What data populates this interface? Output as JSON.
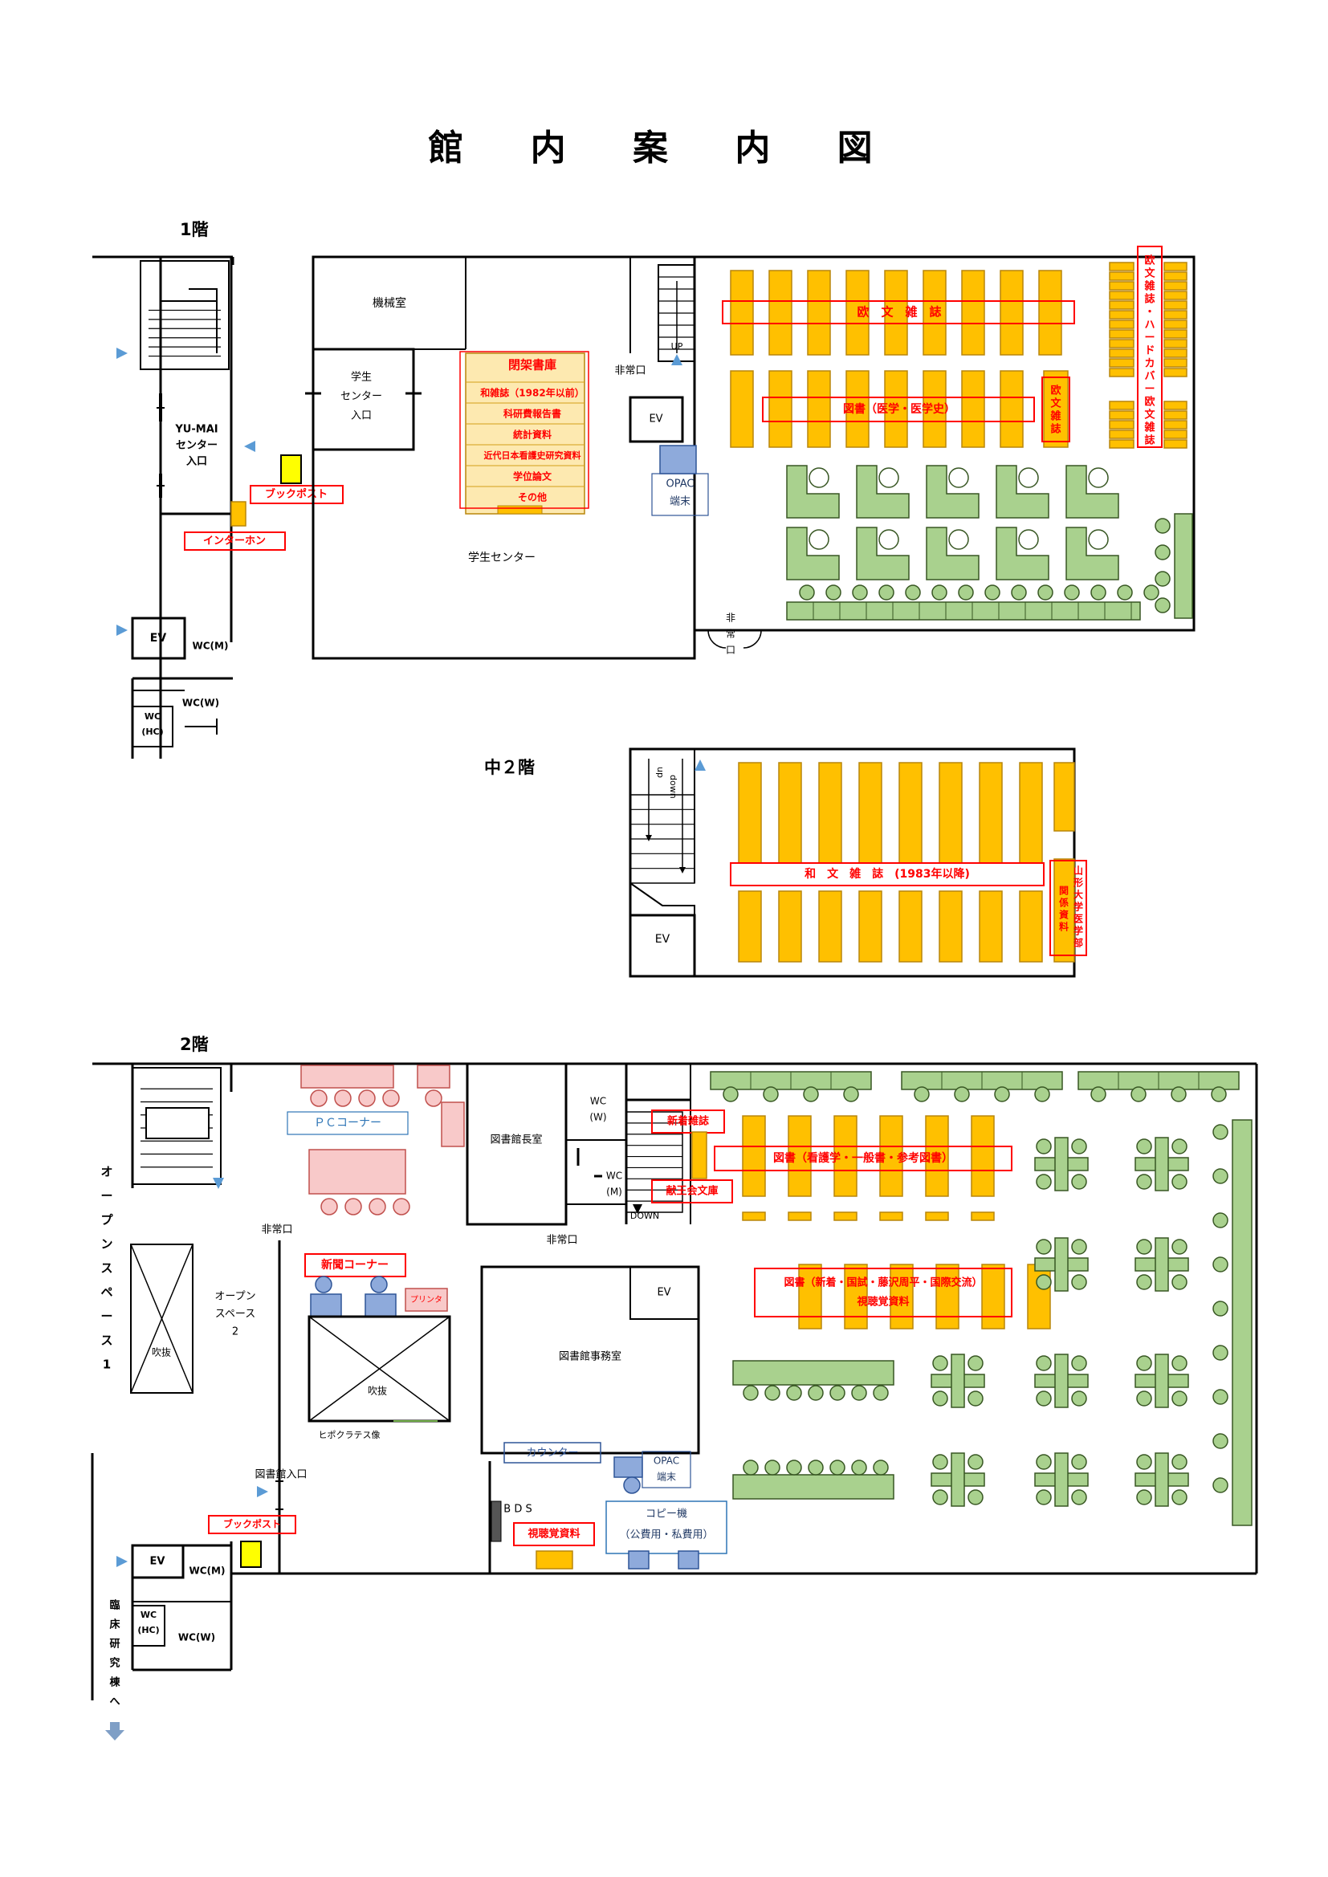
{
  "title": "館 内 案 内 図",
  "floors": {
    "f1": "1階",
    "f1m": "中２階",
    "f2": "2階"
  },
  "floor1": {
    "machine_room": "機械室",
    "student_center": "学生センター",
    "student_center_entrance": [
      "学生",
      "センター",
      "入口"
    ],
    "yumai_entrance": [
      "YU-MAI",
      "センター",
      "入口"
    ],
    "book_post": "ブックポスト",
    "intercom": "インターホン",
    "ev": "EV",
    "wc_m": "WC(M)",
    "wc_w": "WC(W)",
    "wc_hc": [
      "WC",
      "(HC)"
    ],
    "emergency_exit": "非常口",
    "emergency_exit_vertical": [
      "非",
      "常",
      "口"
    ],
    "up": "UP",
    "opac": [
      "OPAC",
      "端末"
    ],
    "closed_stacks": {
      "title": "閉架書庫",
      "items": [
        "和雑誌（1982年以前）",
        "科研費報告書",
        "統計資料",
        "近代日本看護史研究資料",
        "学位論文",
        "その他"
      ]
    },
    "western_journals": "欧　文　雑　誌",
    "books_medicine": "図書（医学・医学史）",
    "western_journals_short": [
      "欧",
      "文",
      "雑",
      "誌"
    ],
    "western_hardcover": [
      "欧",
      "文",
      "雑",
      "誌",
      "・",
      "ハ",
      "ー",
      "ド",
      "カ",
      "バ",
      "ー",
      "欧",
      "文",
      "雑",
      "誌"
    ]
  },
  "floor_mezz": {
    "japanese_journals": "和　文　雑　誌　(1983年以降)",
    "yamagata": [
      "山",
      "形",
      "大",
      "学",
      "医",
      "学",
      "部"
    ],
    "related": [
      "関",
      "係",
      "資",
      "料"
    ],
    "ev": "EV",
    "up": "up",
    "down": "down"
  },
  "floor2": {
    "open_space_1": [
      "オ",
      "ー",
      "プ",
      "ン",
      "ス",
      "ペ",
      "ー",
      "ス",
      "1"
    ],
    "open_space_2": [
      "オープン",
      "スペース",
      "2"
    ],
    "atrium": "吹抜",
    "pc_corner": "ＰＣコーナー",
    "newspaper_corner": "新聞コーナー",
    "printer": "プリンタ",
    "hippocrates": "ヒポクラテス像",
    "director_room": "図書館長室",
    "office": "図書館事務室",
    "counter": "カウンター",
    "opac": [
      "OPAC",
      "端末"
    ],
    "bds": "B D S",
    "av_materials": "視聴覚資料",
    "copier": [
      "コピー機",
      "（公費用・私費用）"
    ],
    "library_entrance": "図書館入口",
    "book_post": "ブックポスト",
    "emergency_exit": "非常口",
    "ev": "EV",
    "wc_w": [
      "WC",
      "(W)"
    ],
    "wc_m": [
      "WC",
      "(M)"
    ],
    "wc_m2": "WC(M)",
    "wc_w2": "WC(W)",
    "wc_hc": [
      "WC",
      "(HC)"
    ],
    "down": "DOWN",
    "new_journals": "新着雑誌",
    "keio_bunko": "献王会文庫",
    "books_nursing": "図書（看護学・一般書・参考図書）",
    "books_new": "図書（新着・国試・藤沢周平・国際交流）",
    "av_materials2": "視聴覚資料",
    "clinical_building": [
      "臨",
      "床",
      "研",
      "究",
      "棟",
      "へ"
    ]
  },
  "colors": {
    "shelf": "#ffc000",
    "shelf_stroke": "#b8860b",
    "table_green": "#a9d18e",
    "table_stroke": "#385723",
    "pink": "#f8c9c9",
    "pink_stroke": "#c0504d",
    "red_label": "#ff0000",
    "blue_box": "#8eaadb",
    "arrow_blue": "#5b9bd5",
    "yellow_post": "#ffff00"
  }
}
